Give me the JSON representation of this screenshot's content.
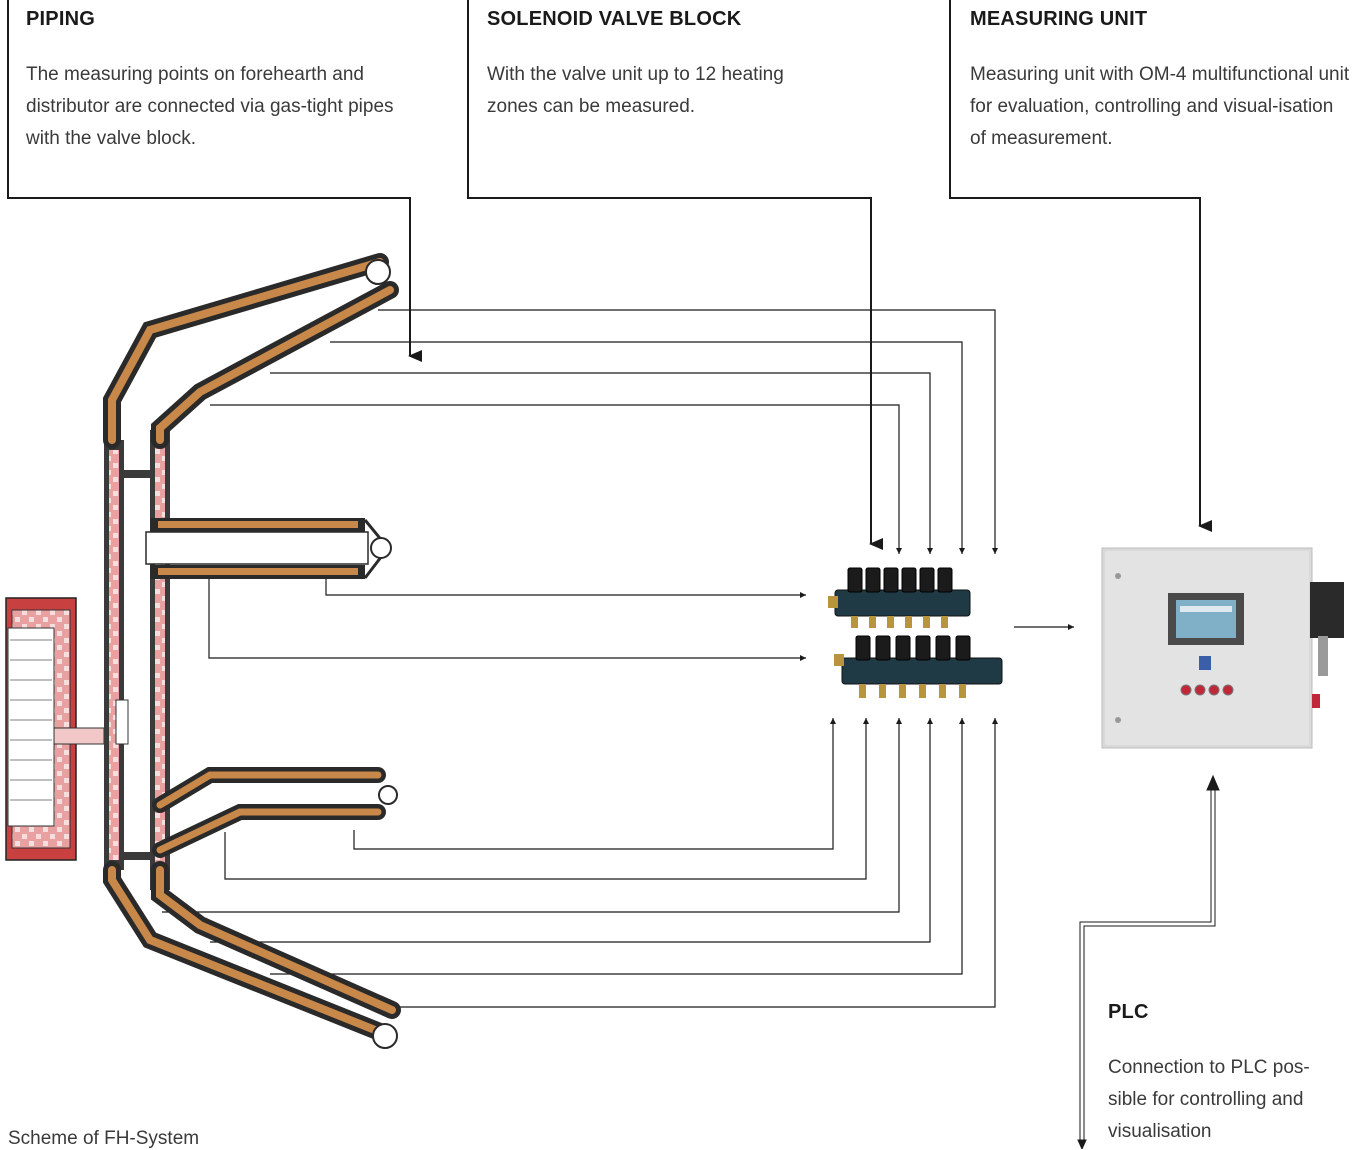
{
  "piping": {
    "title": "PIPING",
    "description": "The measuring points on forehearth and distributor are connected via gas-tight pipes with the valve block."
  },
  "solenoid_valve_block": {
    "title": "SOLENOID VALVE BLOCK",
    "description": "With the valve unit up to 12 heating zones can be measured."
  },
  "measuring_unit": {
    "title": "MEASURING UNIT",
    "description": "Measuring unit with OM-4 multifunctional unit for evaluation, controlling and visual-isation of measurement."
  },
  "plc": {
    "title": "PLC",
    "description": "Connection to PLC pos-sible for controlling and visualisation"
  },
  "caption": "Scheme of FH-System",
  "colors": {
    "pipe_copper": "#c8884a",
    "refractory_red": "#d9534f",
    "steel_dark": "#2a2a2a",
    "cabinet_grey": "#d8d8d8",
    "screen_cyan": "#7fb0c8",
    "button_red": "#c0283a"
  },
  "icons": [
    "forehearth-scheme",
    "solenoid-valve-block",
    "measuring-cabinet",
    "arrow"
  ]
}
